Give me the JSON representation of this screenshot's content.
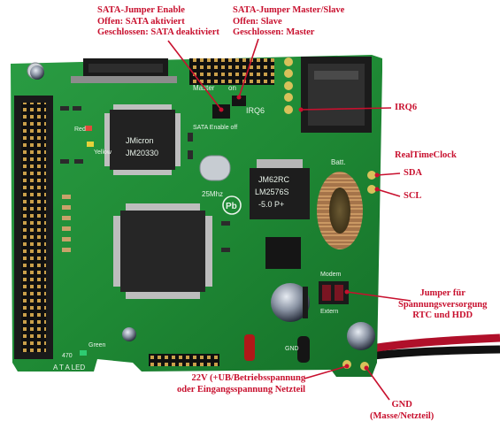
{
  "annotations": {
    "sata_enable": {
      "title": "SATA-Jumper Enable",
      "line1": "Offen: SATA aktiviert",
      "line2": "Geschlossen: SATA deaktiviert"
    },
    "sata_master_slave": {
      "title": "SATA-Jumper Master/Slave",
      "line1": "Offen: Slave",
      "line2": "Geschlossen: Master"
    },
    "irq6": "IRQ6",
    "rtc": "RealTimeClock",
    "sda": "SDA",
    "scl": "SCL",
    "jumper_power": {
      "line1": "Jumper für",
      "line2": "Spannungsversorgung",
      "line3": "RTC und HDD"
    },
    "supply": {
      "line1": "22V (+UB/Betriebsspannung",
      "line2": "oder Eingangsspannung Netzteil"
    },
    "gnd": {
      "line1": "GND",
      "line2": "(Masse/Netzteil)"
    }
  },
  "board_silkscreen": {
    "jmicron_line1": "JMicron",
    "jmicron_line2": "JM20330",
    "regulator_line1": "JM62RC",
    "regulator_line2": "LM2576S",
    "regulator_line3": "-5.0  P+",
    "crystal": "25Mhz",
    "pb_logo": "Pb",
    "master": "Master",
    "slave": "on",
    "irq6_silk": "IRQ6",
    "sata_enable_silk": "SATA Enable off",
    "batt": "Batt.",
    "modem": "Modem",
    "extern": "Extern",
    "gnd_silk": "GND",
    "ata_led": "A T A  LED",
    "green": "Green",
    "yellow": "Yellow",
    "red": "Red",
    "c470": "470"
  },
  "colors": {
    "annotation": "#c8102e",
    "pcb_green": "#1f8a35",
    "pcb_dark": "#146b27"
  }
}
